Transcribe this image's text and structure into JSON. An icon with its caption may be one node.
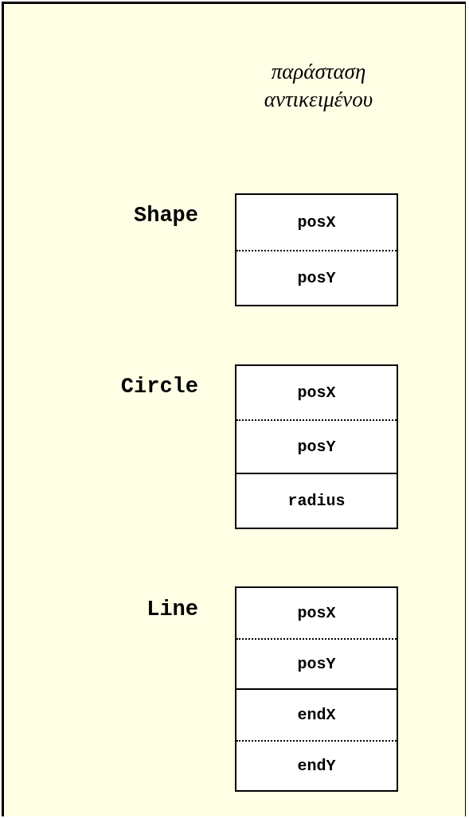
{
  "diagram": {
    "title": "παράσταση αντικειμένου",
    "nodes": [
      {
        "text": [],
        "shape": "box",
        "beside": [
          "Shape"
        ]
      },
      {
        "text": [
          "posX",
          "posY"
        ],
        "in": 0
      },
      {
        "text": [],
        "shape": "box",
        "beside": [
          "Circle"
        ]
      },
      {
        "text": [
          "posX",
          "posY"
        ],
        "in": 2
      },
      {
        "text": [
          "radius"
        ],
        "in": 2
      },
      {
        "text": [],
        "shape": "box",
        "beside": [
          "Line"
        ]
      },
      {
        "text": [
          "posX",
          "posY"
        ],
        "in": 5
      },
      {
        "text": [
          "endX",
          "endY"
        ],
        "in": 5
      }
    ],
    "edges": []
  }
}
